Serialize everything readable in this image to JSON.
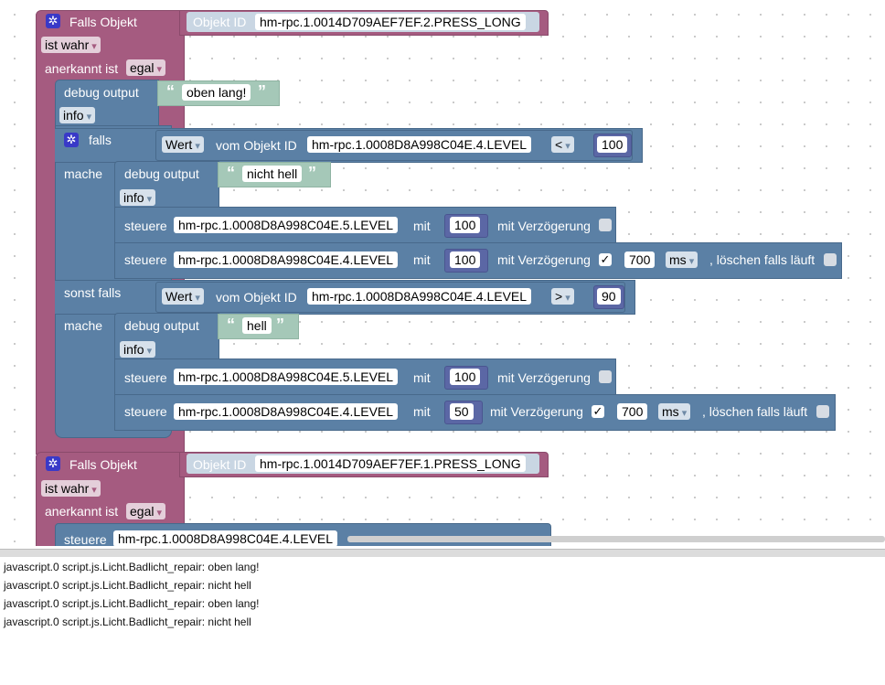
{
  "event1": {
    "title": "Falls Objekt",
    "objid_label": "Objekt ID",
    "objid_value": "hm-rpc.1.0014D709AEF7EF.2.PRESS_LONG",
    "cond_value": "ist wahr",
    "ack_label": "anerkannt ist",
    "ack_value": "egal"
  },
  "debug1": {
    "label": "debug output",
    "text": "oben lang!",
    "level": "info"
  },
  "if_block": {
    "falls": "falls",
    "wert": "Wert",
    "vom": "vom Objekt ID",
    "obj": "hm-rpc.1.0008D8A998C04E.4.LEVEL",
    "op": "<",
    "num": "100",
    "mache": "mache",
    "sonst_falls": "sonst falls",
    "mache2": "mache"
  },
  "debug2": {
    "label": "debug output",
    "text": "nicht hell",
    "level": "info"
  },
  "ctrl1": {
    "label": "steuere",
    "obj": "hm-rpc.1.0008D8A998C04E.5.LEVEL",
    "mit": "mit",
    "value": "100",
    "delay": "mit Verzögerung"
  },
  "ctrl2": {
    "label": "steuere",
    "obj": "hm-rpc.1.0008D8A998C04E.4.LEVEL",
    "mit": "mit",
    "value": "100",
    "delay": "mit Verzögerung",
    "check": "✓",
    "ms_value": "700",
    "unit": "ms",
    "clear": ", löschen falls läuft"
  },
  "elseif": {
    "wert": "Wert",
    "vom": "vom Objekt ID",
    "obj": "hm-rpc.1.0008D8A998C04E.4.LEVEL",
    "op": ">",
    "num": "90"
  },
  "debug3": {
    "label": "debug output",
    "text": "hell",
    "level": "info"
  },
  "ctrl3": {
    "label": "steuere",
    "obj": "hm-rpc.1.0008D8A998C04E.5.LEVEL",
    "mit": "mit",
    "value": "100",
    "delay": "mit Verzögerung"
  },
  "ctrl4": {
    "label": "steuere",
    "obj": "hm-rpc.1.0008D8A998C04E.4.LEVEL",
    "mit": "mit",
    "value": "50",
    "delay": "mit Verzögerung",
    "check": "✓",
    "ms_value": "700",
    "unit": "ms",
    "clear": ", löschen falls läuft"
  },
  "event2": {
    "title": "Falls Objekt",
    "objid_label": "Objekt ID",
    "objid_value": "hm-rpc.1.0014D709AEF7EF.1.PRESS_LONG",
    "cond_value": "ist wahr",
    "ack_label": "anerkannt ist",
    "ack_value": "egal"
  },
  "ctrl5": {
    "label": "steuere",
    "obj": "hm-rpc.1.0008D8A998C04E.4.LEVEL"
  },
  "log": [
    "javascript.0 script.js.Licht.Badlicht_repair: oben lang!",
    "javascript.0 script.js.Licht.Badlicht_repair: nicht hell",
    "javascript.0 script.js.Licht.Badlicht_repair: oben lang!",
    "javascript.0 script.js.Licht.Badlicht_repair: nicht hell"
  ],
  "colors": {
    "event": "#a55b80",
    "logic": "#5b80a5",
    "text": "#a5c8b8",
    "number": "#5b67a5"
  },
  "icons": {
    "gear": "gear-icon",
    "checkbox": "checkbox-icon"
  }
}
